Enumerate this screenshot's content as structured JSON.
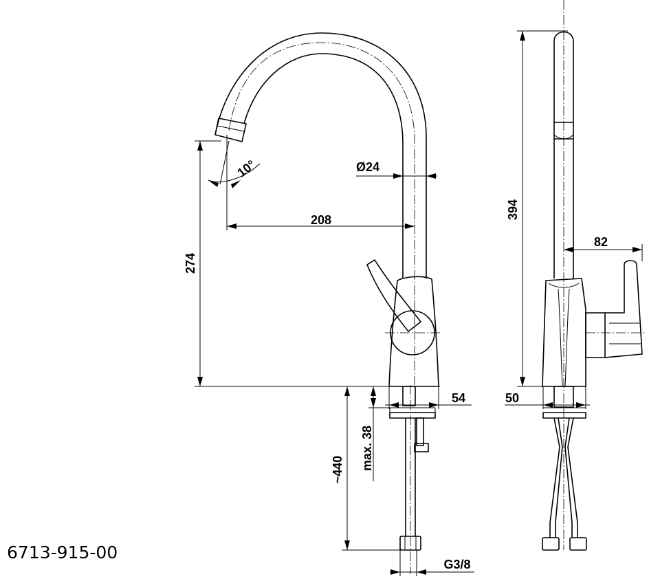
{
  "product_code": "6713-915-00",
  "dimensions": {
    "height_outlet": "274",
    "spout_reach": "208",
    "spout_diameter": "Ø24",
    "spout_angle": "10°",
    "base_diameter": "54",
    "total_height": "394",
    "handle_depth": "82",
    "side_base_width": "50",
    "hose_length": "~440",
    "max_deck_thickness": "max. 38",
    "connection_thread": "G3/8"
  }
}
